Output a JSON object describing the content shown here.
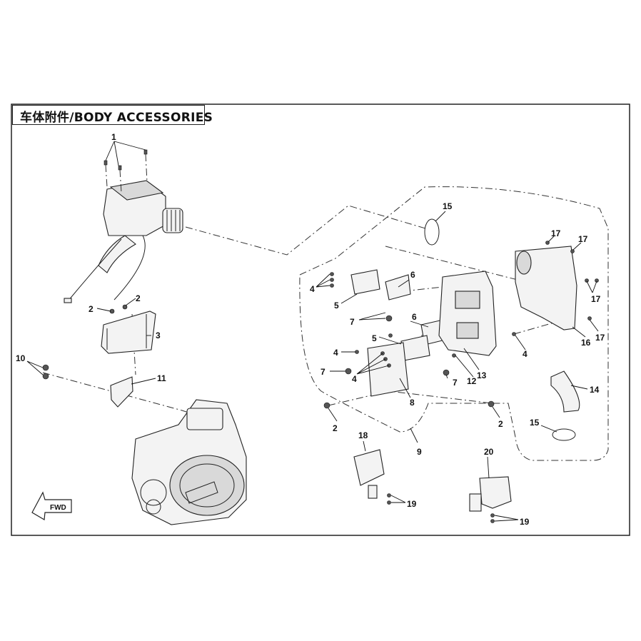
{
  "title": "车体附件/BODY ACCESSORIES",
  "fwd_label": "FWD",
  "callouts": {
    "c1": "1",
    "c2a": "2",
    "c2b": "2",
    "c2c": "2",
    "c2d": "2",
    "c3": "3",
    "c4a": "4",
    "c4b": "4",
    "c4c": "4",
    "c5a": "5",
    "c5b": "5",
    "c6a": "6",
    "c6b": "6",
    "c7a": "7",
    "c7b": "7",
    "c7c": "7",
    "c8": "8",
    "c9": "9",
    "c10": "10",
    "c11": "11",
    "c12": "12",
    "c13": "13",
    "c14": "14",
    "c15a": "15",
    "c15b": "15",
    "c16": "16",
    "c17a": "17",
    "c17b": "17",
    "c17c": "17",
    "c17d": "17",
    "c18": "18",
    "c19a": "19",
    "c19b": "19",
    "c20": "20"
  }
}
